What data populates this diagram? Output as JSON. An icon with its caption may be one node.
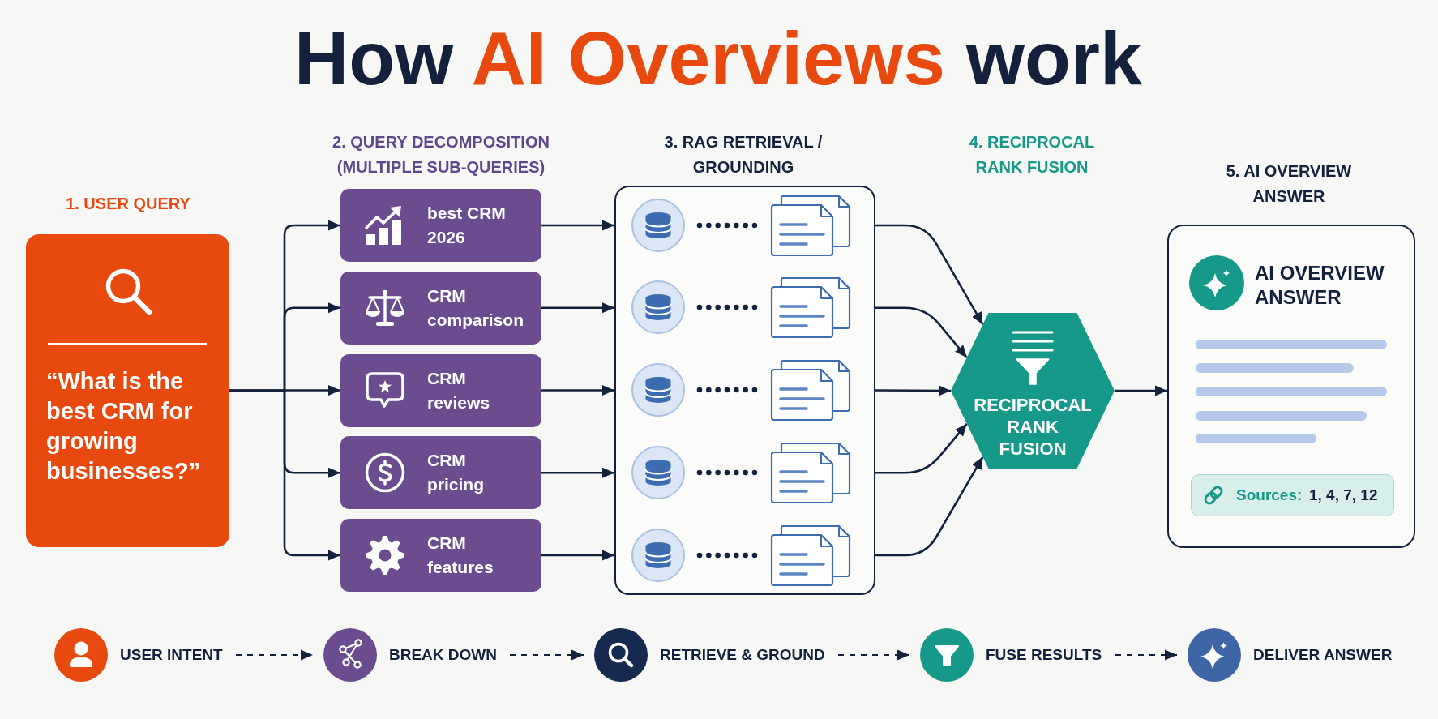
{
  "diagram": {
    "title": "How **AI Overviews** work",
    "nodes": [
      {
        "text": [
          "“What is the best CRM for growing businesses?”"
        ],
        "beside": [
          "1. USER QUERY"
        ]
      },
      {
        "text": [
          "best CRM 2026"
        ]
      },
      {
        "text": [
          "CRM comparison"
        ]
      },
      {
        "text": [
          "CRM reviews"
        ]
      },
      {
        "text": [
          "CRM pricing"
        ]
      },
      {
        "text": [
          "CRM features"
        ]
      },
      {
        "text": [],
        "shape": "box",
        "beside": [
          "3. RAG RETRIEVAL / GROUNDING"
        ]
      },
      {
        "text": [
          "RECIPROCAL RANK FUSION"
        ]
      },
      {
        "text": [
          "AI OVERVIEW ANSWER"
        ],
        "beside": [
          "5. AI OVERVIEW ANSWER"
        ]
      },
      {
        "text": [
          "Sources:",
          "1, 4, 7, 12"
        ],
        "in": 8
      },
      {
        "text": [
          "USER INTENT"
        ]
      },
      {
        "text": [
          "BREAK DOWN"
        ]
      },
      {
        "text": [
          "RETRIEVE & GROUND"
        ]
      },
      {
        "text": [
          "FUSE RESULTS"
        ]
      },
      {
        "text": [
          "DELIVER ANSWER"
        ]
      }
    ],
    "edges": [
      {
        "from": 0,
        "to": 1,
        "arrow": "to"
      },
      {
        "from": 0,
        "to": 2,
        "arrow": "to"
      },
      {
        "from": 0,
        "to": 3,
        "arrow": "to"
      },
      {
        "from": 0,
        "to": 4,
        "arrow": "to"
      },
      {
        "from": 0,
        "to": 5,
        "arrow": "to"
      },
      {
        "from": 1,
        "to": 6,
        "arrow": "to"
      },
      {
        "from": 2,
        "to": 6,
        "arrow": "to"
      },
      {
        "from": 3,
        "to": 6,
        "arrow": "to"
      },
      {
        "from": 4,
        "to": 6,
        "arrow": "to"
      },
      {
        "from": 5,
        "to": 6,
        "arrow": "to"
      },
      {
        "from": 6,
        "to": 7,
        "arrow": "to"
      },
      {
        "from": 6,
        "to": 7,
        "arrow": "to"
      },
      {
        "from": 6,
        "to": 7,
        "arrow": "to"
      },
      {
        "from": 6,
        "to": 7,
        "arrow": "to"
      },
      {
        "from": 6,
        "to": 7,
        "arrow": "to"
      },
      {
        "from": 7,
        "to": 8,
        "arrow": "to"
      },
      {
        "from": 10,
        "to": 11,
        "arrow": "to",
        "style": "dashed"
      },
      {
        "from": 11,
        "to": 12,
        "arrow": "to",
        "style": "dashed"
      },
      {
        "from": 12,
        "to": 13,
        "arrow": "to",
        "style": "dashed"
      },
      {
        "from": 13,
        "to": 14,
        "arrow": "to",
        "style": "dashed"
      }
    ],
    "labels": [
      "2. QUERY DECOMPOSITION (MULTIPLE SUB-QUERIES)",
      "4. RECIPROCAL RANK FUSION"
    ]
  }
}
